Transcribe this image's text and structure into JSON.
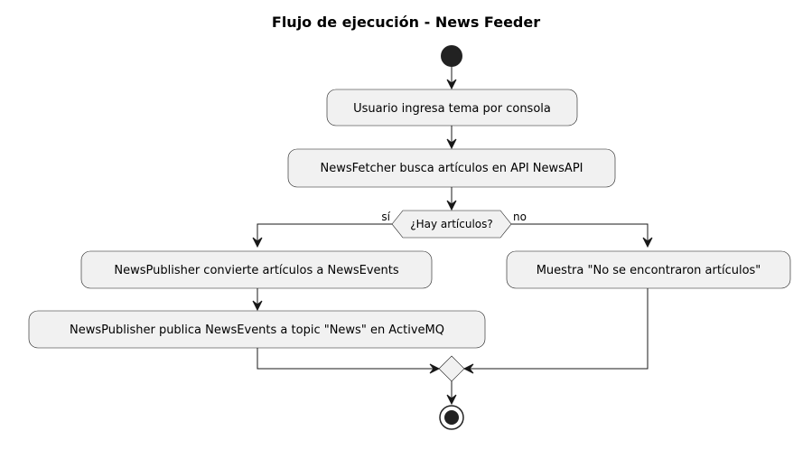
{
  "diagram": {
    "title": "Flujo de ejecución - News Feeder",
    "nodes": {
      "input": "Usuario ingresa tema por consola",
      "fetch": "NewsFetcher busca artículos en API NewsAPI",
      "decision": "¿Hay artículos?",
      "convert": "NewsPublisher convierte artículos a NewsEvents",
      "publish": "NewsPublisher publica NewsEvents a topic \"News\" en ActiveMQ",
      "no_results": "Muestra \"No se encontraron artículos\""
    },
    "branches": {
      "yes": "sí",
      "no": "no"
    },
    "colors": {
      "node_fill": "#f1f1f1",
      "line": "#181818",
      "start_end": "#222222"
    }
  }
}
